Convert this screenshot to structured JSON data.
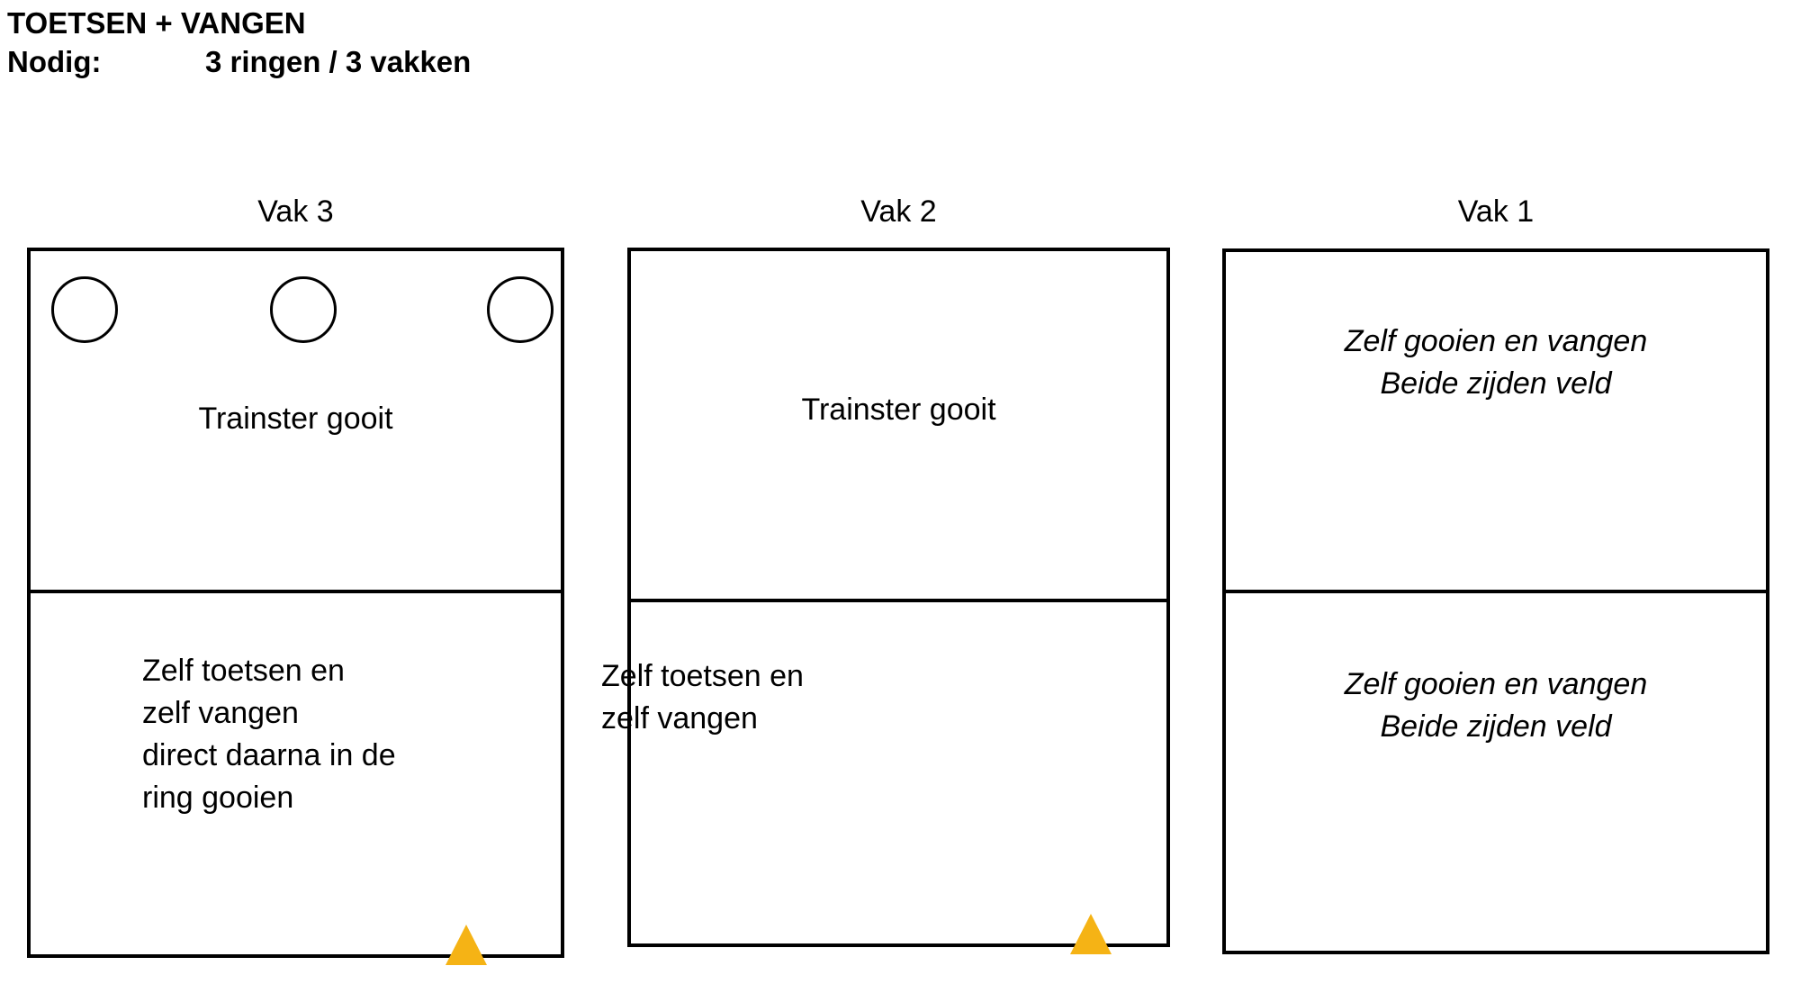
{
  "header": {
    "title": "TOETSEN + VANGEN",
    "needs_label": "Nodig:",
    "needs_value": "3 ringen / 3 vakken"
  },
  "courts": [
    {
      "title": "Vak 3",
      "top_text": "Trainster gooit",
      "bottom_text": "Zelf toetsen en\nzelf vangen\ndirect daarna in de\nring gooien",
      "rings": 3,
      "cone": true
    },
    {
      "title": "Vak 2",
      "top_text": "Trainster gooit",
      "bottom_text": "Zelf toetsen en\nzelf vangen",
      "rings": 0,
      "cone": true
    },
    {
      "title": "Vak 1",
      "top_text": "Zelf gooien en vangen\nBeide zijden veld",
      "bottom_text": "Zelf gooien en vangen\nBeide zijden veld",
      "rings": 0,
      "cone": false
    }
  ],
  "colors": {
    "line": "#000000",
    "cone": "#F5B315",
    "background": "#FFFFFF"
  }
}
